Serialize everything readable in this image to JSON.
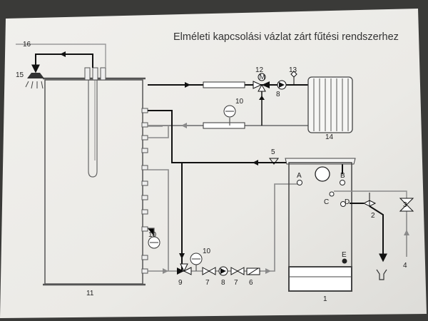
{
  "title": "Elméleti kapcsolási vázlat zárt fűtési rendszerhez",
  "labels": {
    "n1": "1",
    "n2": "2",
    "n3": "3",
    "n4": "4",
    "n5": "5",
    "n6": "6",
    "n7a": "7",
    "n7b": "7",
    "n8a": "8",
    "n8b": "8",
    "n9": "9",
    "n10a": "10",
    "n10b": "10",
    "n10c": "10",
    "n11": "11",
    "n12": "12",
    "n13": "13",
    "n14": "14",
    "n15": "15",
    "n16": "16",
    "A": "A",
    "B": "B",
    "C": "C",
    "D": "D",
    "E": "E",
    "M": "M"
  },
  "colors": {
    "paper": "#ecebe8",
    "flow_line": "#111111",
    "return_line": "#8a8a8a",
    "background": "#3a3a38"
  }
}
